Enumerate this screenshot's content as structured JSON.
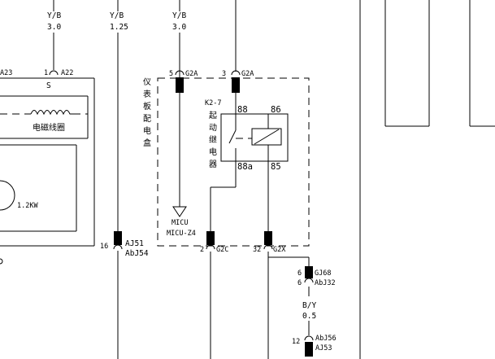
{
  "wires": {
    "w1": {
      "color": "Y/B",
      "gauge": "3.0"
    },
    "w2": {
      "color": "Y/B",
      "gauge": "1.25"
    },
    "w3": {
      "color": "Y/B",
      "gauge": "3.0"
    },
    "w4": {
      "color": "B/Y",
      "gauge": "0.5"
    }
  },
  "connectors": {
    "a23": "A23",
    "a22_pin": "1",
    "a22": "A22",
    "g2a_left_pin": "5",
    "g2a_left": "G2A",
    "g2a_right_pin": "3",
    "g2a_right": "G2A",
    "aj51_pin": "16",
    "aj51": "AJ51",
    "abj54": "AbJ54",
    "g2c_pin": "2",
    "g2c": "G2C",
    "g2x_pin": "32",
    "g2x": "G2X",
    "gj68_pin": "6",
    "gj68": "GJ68",
    "abj32_pin": "6",
    "abj32": "AbJ32",
    "abj56_pin": "12",
    "abj56": "AbJ56",
    "aj53": "AJ53"
  },
  "starter": {
    "terminal": "S",
    "solenoid_label": "电磁线圈",
    "power": "1.2KW"
  },
  "fuse_box": {
    "label_chars": [
      "仪",
      "表",
      "板",
      "配",
      "电",
      "盒"
    ]
  },
  "relay": {
    "id": "K2-7",
    "name_chars": [
      "起",
      "动",
      "继",
      "电",
      "器"
    ],
    "pin_88": "88",
    "pin_86": "86",
    "pin_88a": "88a",
    "pin_85": "85"
  },
  "ground": {
    "line1": "MICU",
    "line2": "MICU-Z4"
  }
}
